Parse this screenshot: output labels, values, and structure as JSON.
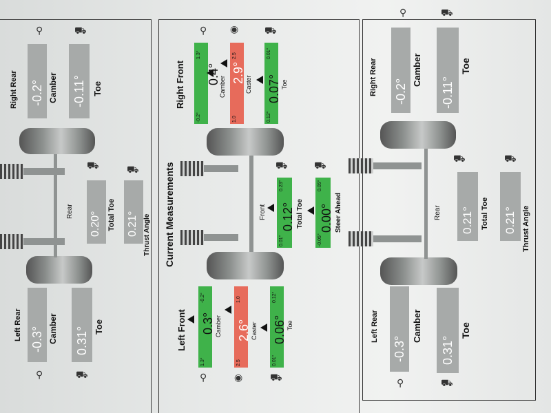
{
  "left_panel": {
    "right_rear": "Right Rear",
    "left_rear": "Left Rear",
    "camber": "Camber",
    "toe": "Toe",
    "rear": "Rear",
    "total_toe": "Total Toe",
    "thrust_angle": "Thrust Angle",
    "rr_camber_val": "-0.2°",
    "rr_toe_val": "-0.11°",
    "lr_camber_val": "-0.3°",
    "lr_toe_val": "0.31°",
    "total_toe_val": "0.20°",
    "thrust_val": "0.21°"
  },
  "center_panel": {
    "title": "Current Measurements",
    "right_front": "Right Front",
    "left_front": "Left Front",
    "camber": "Camber",
    "caster": "Caster",
    "toe": "Toe",
    "front": "Front",
    "total_toe": "Total Toe",
    "steer_ahead": "Steer Ahead",
    "rf_camber_val": "0.4°",
    "rf_camber_min": "-0.2°",
    "rf_camber_max": "1.3°",
    "rf_caster_val": "2.9°",
    "rf_caster_min": "1.0",
    "rf_caster_max": "2.5",
    "rf_toe_val": "0.07°",
    "rf_toe_min": "0.12°",
    "rf_toe_max": "0.01°",
    "lf_camber_val": "0.3°",
    "lf_camber_min": "1.3°",
    "lf_camber_max": "-0.2°",
    "lf_caster_val": "2.6°",
    "lf_caster_min": "2.5",
    "lf_caster_max": "1.0",
    "lf_toe_val": "0.06°",
    "lf_toe_min": "0.01°",
    "lf_toe_max": "0.12°",
    "front_total_toe_val": "0.12°",
    "front_total_toe_min": "0.01°",
    "front_total_toe_max": "0.23°",
    "steer_ahead_val": "0.00°",
    "steer_ahead_min": "-0.05°",
    "steer_ahead_max": "0.05°"
  },
  "right_panel": {
    "right_rear": "Right Rear",
    "left_rear": "Left Rear",
    "camber": "Camber",
    "toe": "Toe",
    "rear": "Rear",
    "total_toe": "Total Toe",
    "thrust_angle": "Thrust Angle",
    "rr_camber_val": "-0.2°",
    "rr_toe_val": "-0.11°",
    "lr_camber_val": "-0.3°",
    "lr_toe_val": "0.31°",
    "total_toe_val": "0.21°",
    "thrust_val": "0.21°"
  },
  "colors": {
    "in_spec": "#3fb24a",
    "out_of_spec": "#e76b5b",
    "no_spec": "#a7aaa9"
  }
}
